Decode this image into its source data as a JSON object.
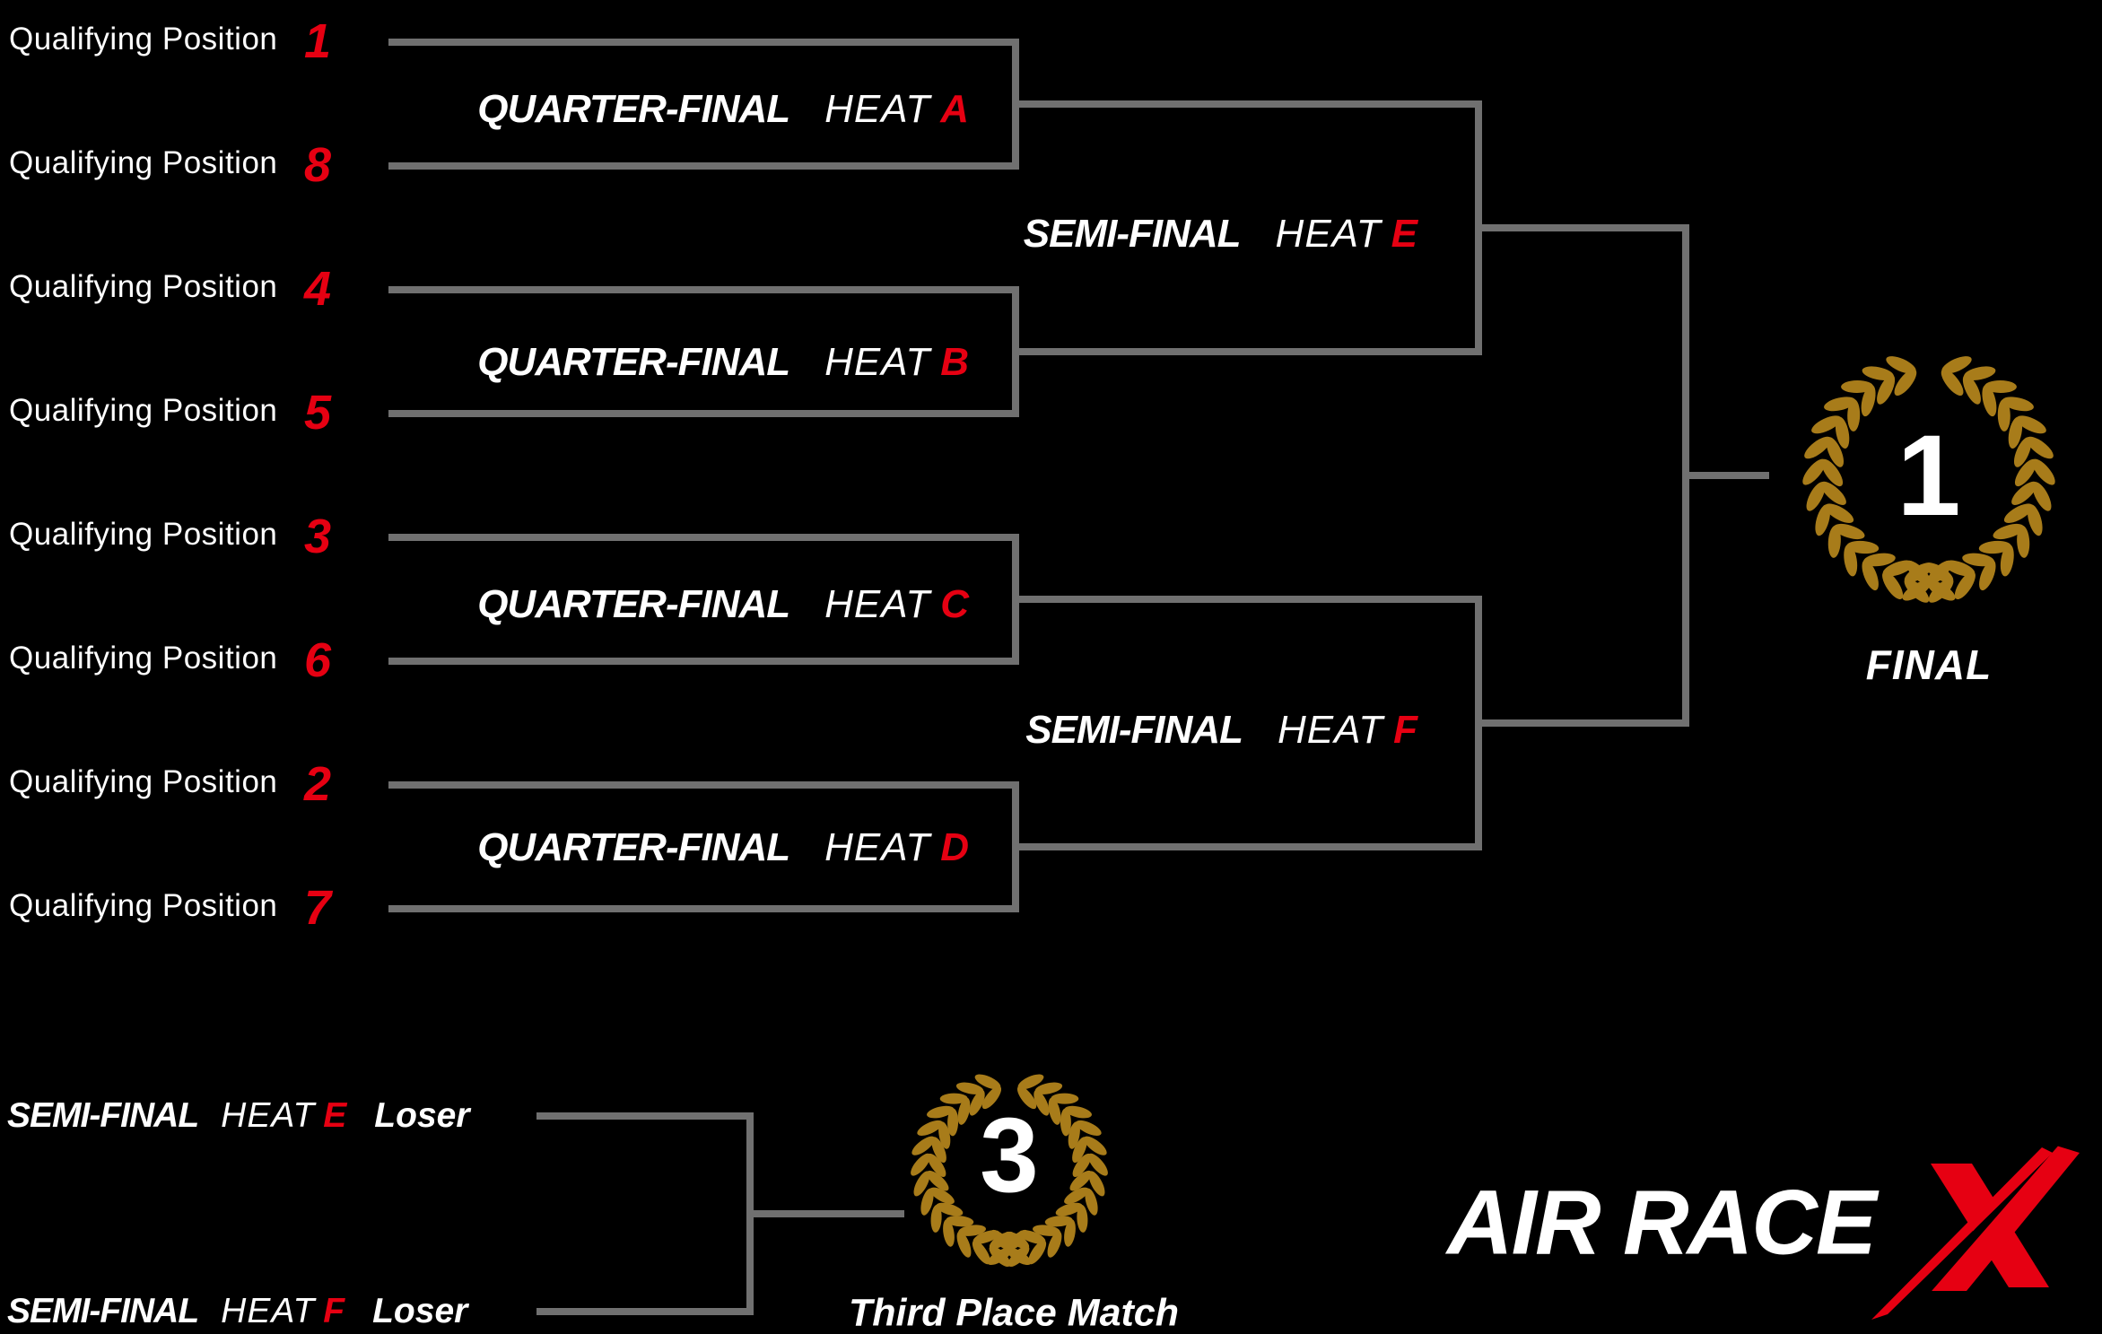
{
  "colors": {
    "background": "#000000",
    "bracket_line": "#707070",
    "accent_red": "#e60012",
    "text_white": "#ffffff",
    "laurel_gold": "#a87c1a"
  },
  "qualifying_rows": [
    {
      "label": "Qualifying Position",
      "number": "1"
    },
    {
      "label": "Qualifying Position",
      "number": "8"
    },
    {
      "label": "Qualifying Position",
      "number": "4"
    },
    {
      "label": "Qualifying Position",
      "number": "5"
    },
    {
      "label": "Qualifying Position",
      "number": "3"
    },
    {
      "label": "Qualifying Position",
      "number": "6"
    },
    {
      "label": "Qualifying Position",
      "number": "2"
    },
    {
      "label": "Qualifying Position",
      "number": "7"
    }
  ],
  "quarter_finals": [
    {
      "stage": "QUARTER-FINAL",
      "heat_word": "HEAT",
      "heat_letter": "A"
    },
    {
      "stage": "QUARTER-FINAL",
      "heat_word": "HEAT",
      "heat_letter": "B"
    },
    {
      "stage": "QUARTER-FINAL",
      "heat_word": "HEAT",
      "heat_letter": "C"
    },
    {
      "stage": "QUARTER-FINAL",
      "heat_word": "HEAT",
      "heat_letter": "D"
    }
  ],
  "semi_finals": [
    {
      "stage": "SEMI-FINAL",
      "heat_word": "HEAT",
      "heat_letter": "E"
    },
    {
      "stage": "SEMI-FINAL",
      "heat_word": "HEAT",
      "heat_letter": "F"
    }
  ],
  "final": {
    "place_number": "1",
    "label": "FINAL"
  },
  "third_place": {
    "place_number": "3",
    "label": "Third Place Match",
    "entrants": [
      {
        "stage": "SEMI-FINAL",
        "heat_word": "HEAT",
        "heat_letter": "E",
        "result": "Loser"
      },
      {
        "stage": "SEMI-FINAL",
        "heat_word": "HEAT",
        "heat_letter": "F",
        "result": "Loser"
      }
    ]
  },
  "logo": {
    "wordmark": "AIR RACE",
    "x_mark": "X"
  }
}
